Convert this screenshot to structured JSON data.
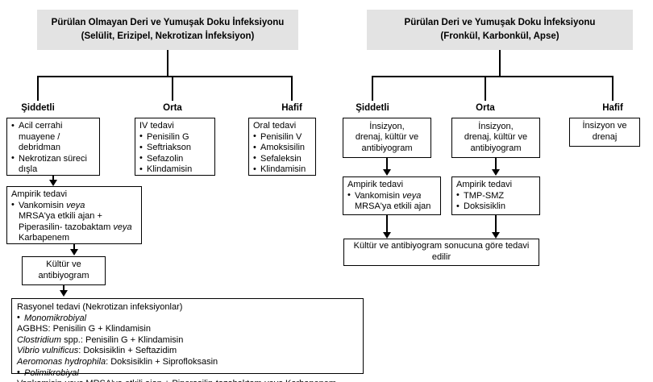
{
  "diagram": {
    "title_left": "Pürülan Olmayan Deri ve Yumuşak Doku İnfeksiyonu",
    "subtitle_left": "(Selülit, Erizipel, Nekrotizan İnfeksiyon)",
    "title_right": "Pürülan Deri ve Yumuşak Doku İnfeksiyonu",
    "subtitle_right": "(Fronkül, Karbonkül, Apse)"
  },
  "left_branch": {
    "severity": {
      "severe": "Şiddetli",
      "moderate": "Orta",
      "mild": "Hafif"
    },
    "severe_box": {
      "item1_line1": "Acil cerrahi",
      "item1_line2": "muayene /",
      "item1_line3": "debridman",
      "item2_line1": "Nekrotizan süreci",
      "item2_line2": "dışla"
    },
    "moderate_box": {
      "header": "IV tedavi",
      "items": [
        "Penisilin G",
        "Seftriakson",
        "Sefazolin",
        "Klindamisin"
      ]
    },
    "mild_box": {
      "header": "Oral tedavi",
      "items": [
        "Penisilin V",
        "Amoksisilin",
        "Sefaleksin",
        "Klindamisin"
      ]
    },
    "empiric_box": {
      "header": "Ampirik tedavi",
      "line1_a": "Vankomisin ",
      "line1_it": "veya",
      "line2": "MRSA'ya etkili ajan +",
      "line3_a": "Piperasilin- tazobaktam ",
      "line3_it": "veya",
      "line4": "Karbapenem"
    },
    "culture_box": {
      "line1": "Kültür ve",
      "line2": "antibiyogram"
    },
    "rational_box": {
      "header": "Rasyonel tedavi (Nekrotizan infeksiyonlar)",
      "mono_label": "Monomikrobiyal",
      "row_agbhs": "AGBHS: Penisilin G + Klindamisin",
      "row_clostridium_it": "Clostridium",
      "row_clostridium_rest": " spp.: Penisilin G + Klindamisin",
      "row_vibrio_it": "Vibrio vulnificus",
      "row_vibrio_rest": ": Doksisiklin + Seftazidim",
      "row_aeromonas_it": "Aeromonas hydrophila",
      "row_aeromonas_rest": ": Doksisiklin + Siprofloksasin",
      "poly_label": "Polimikrobiyal",
      "poly_a": "Vankomisin ",
      "poly_it1": "veya",
      "poly_b": " MRSA'ya etkili ajan + Piperasilin-tazobaktam ",
      "poly_it2": "veya",
      "poly_c": " Karbapenem"
    }
  },
  "right_branch": {
    "severity": {
      "severe": "Şiddetli",
      "moderate": "Orta",
      "mild": "Hafif"
    },
    "severe_box": {
      "line1": "İnsizyon,",
      "line2": "drenaj, kültür ve",
      "line3": "antibiyogram"
    },
    "moderate_box": {
      "line1": "İnsizyon,",
      "line2": "drenaj, kültür ve",
      "line3": "antibiyogram"
    },
    "mild_box": {
      "line1": "İnsizyon ve",
      "line2": "drenaj"
    },
    "severe_empiric_box": {
      "header": "Ampirik tedavi",
      "line1_a": "Vankomisin ",
      "line1_it": "veya",
      "line2": "MRSA'ya etkili ajan"
    },
    "moderate_empiric_box": {
      "header": "Ampirik tedavi",
      "items": [
        "TMP-SMZ",
        "Doksisiklin"
      ]
    },
    "final_box": {
      "line1": "Kültür ve antibiyogram sonucuna göre tedavi",
      "line2": "edilir"
    }
  },
  "colors": {
    "banner_bg": "#e3e3e3",
    "line": "#000000",
    "page_bg": "#ffffff"
  }
}
